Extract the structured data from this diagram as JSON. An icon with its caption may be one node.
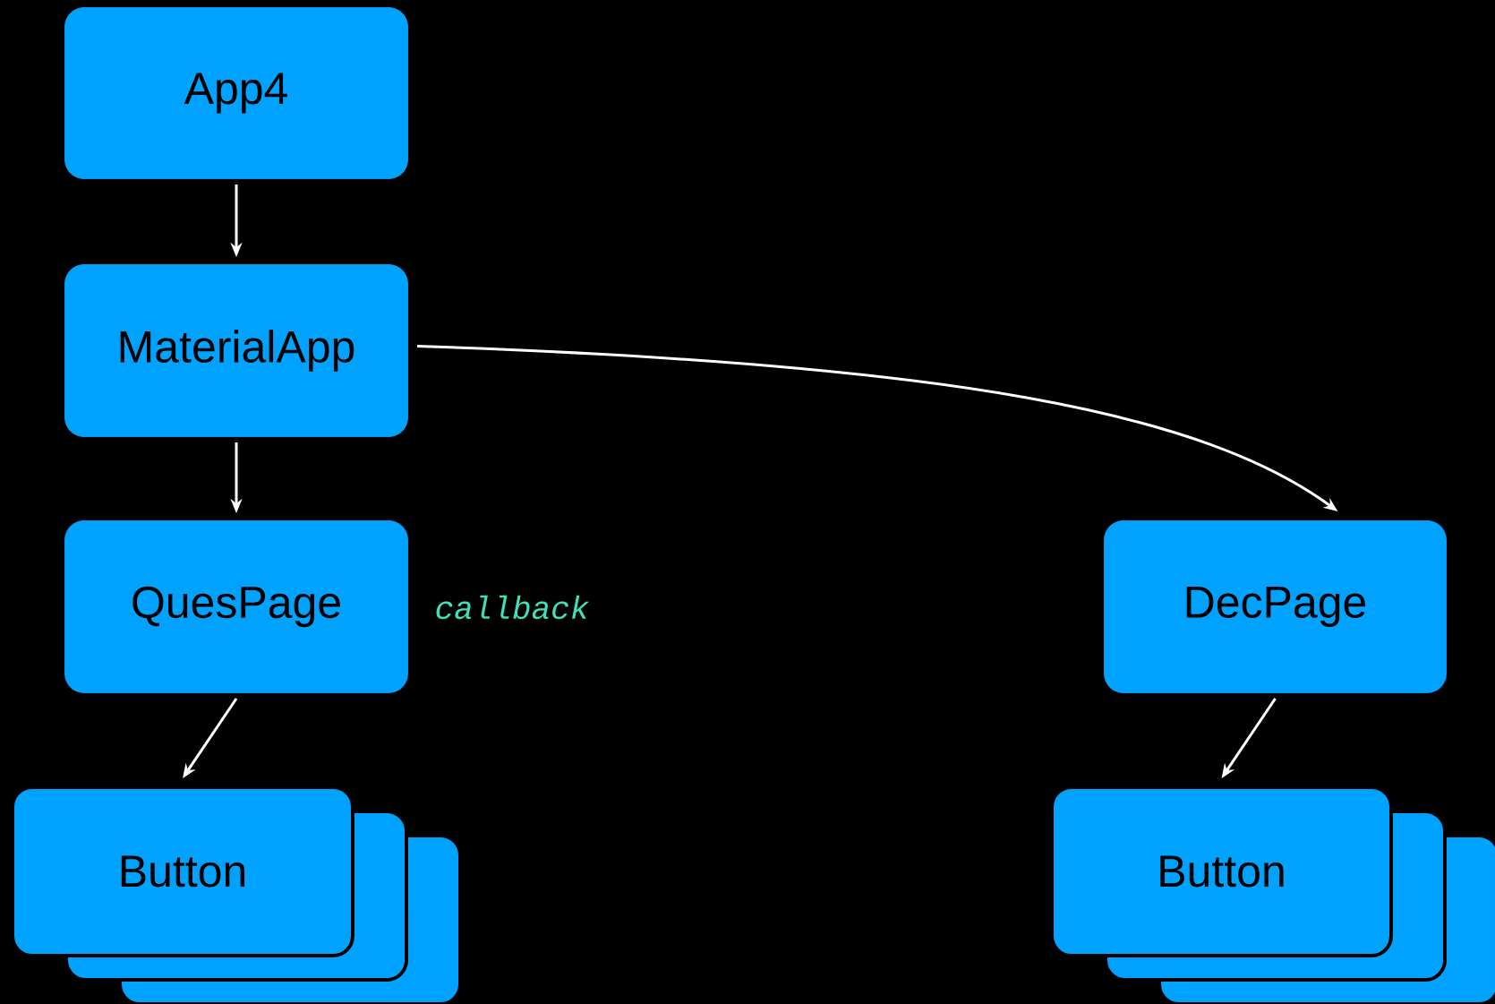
{
  "diagram": {
    "nodes": [
      {
        "text": [
          "App4"
        ]
      },
      {
        "text": [
          "MaterialApp"
        ]
      },
      {
        "text": [
          "QuesPage"
        ]
      },
      {
        "text": [
          "DecPage"
        ]
      },
      {
        "text": [
          "Button"
        ]
      },
      {
        "text": [
          "Button"
        ]
      }
    ],
    "edges": [
      {
        "from": 0,
        "to": 1,
        "arrow": "to"
      },
      {
        "from": 1,
        "to": 2,
        "arrow": "to"
      },
      {
        "from": 1,
        "to": 3,
        "arrow": "to"
      },
      {
        "from": 2,
        "to": 4,
        "arrow": "to"
      },
      {
        "from": 3,
        "to": 5,
        "arrow": "to"
      }
    ],
    "labels": [
      "callback"
    ]
  }
}
